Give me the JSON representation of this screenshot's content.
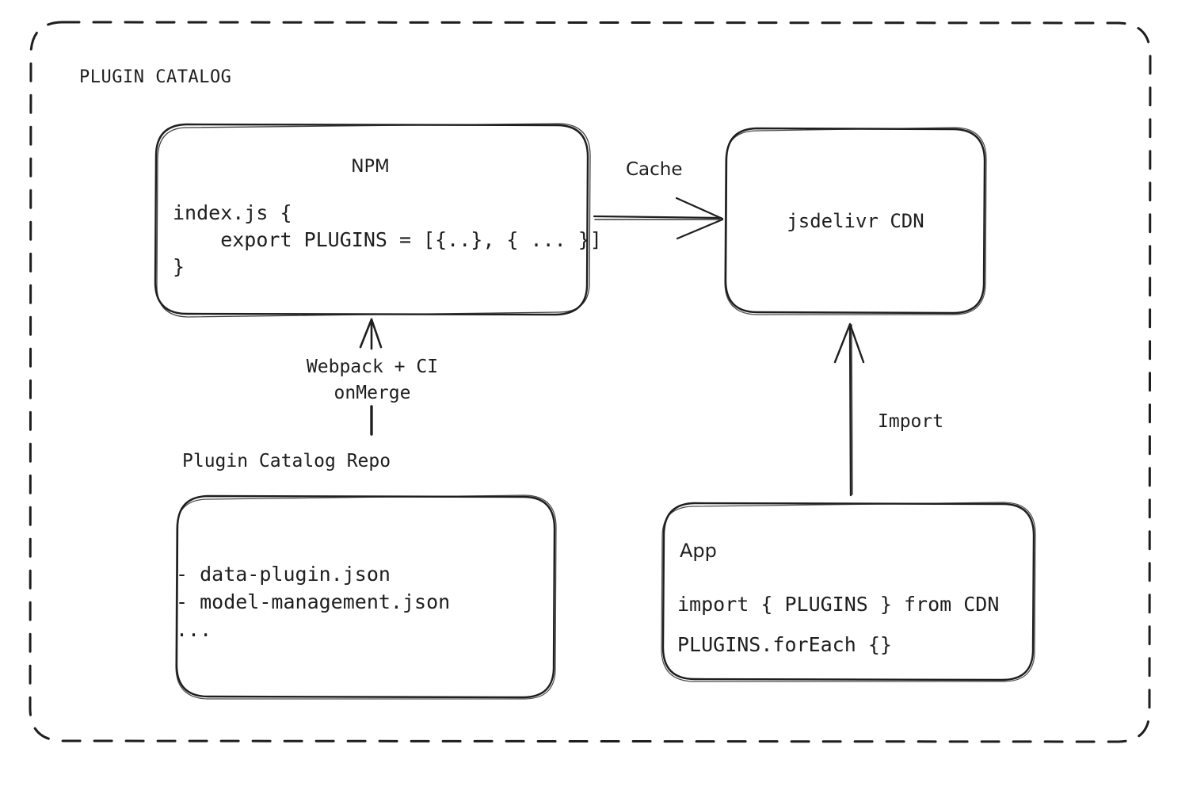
{
  "diagram": {
    "container_label": "PLUGIN CATALOG",
    "stroke_color": "#1e1e1e",
    "background_color": "#ffffff",
    "nodes": {
      "npm": {
        "title": "NPM",
        "code": "index.js {\n    export PLUGINS = [{..}, { ... }]\n}"
      },
      "cdn": {
        "title": "jsdelivr CDN"
      },
      "repo": {
        "title": "Plugin Catalog Repo",
        "items": "- data-plugin.json\n- model-management.json\n..."
      },
      "app": {
        "title": "App",
        "line1": "import { PLUGINS } from CDN",
        "line2": "PLUGINS.forEach {}"
      }
    },
    "edges": {
      "npm_to_cdn": "Cache",
      "repo_to_npm": "Webpack + CI\nonMerge",
      "app_to_cdn": "Import"
    }
  }
}
